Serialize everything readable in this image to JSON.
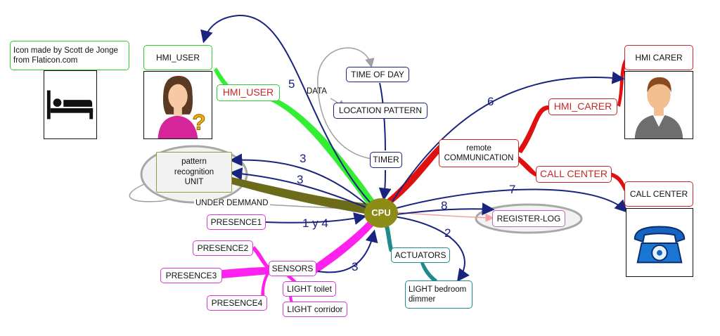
{
  "credit": {
    "line1": "Icon made by Scott de Jonge",
    "line2": "from Flaticon.com"
  },
  "nodes": {
    "hmi_user_title": "HMI_USER",
    "hmi_user_branch": "HMI_USER",
    "time_of_day": "TIME OF DAY",
    "location_pattern": "LOCATION PATTERN",
    "data": "DATA",
    "timer": "TIMER",
    "pattern_recognition": {
      "line1": "pattern",
      "line2": "recognition",
      "line3": "UNIT"
    },
    "under_demand": "UNDER DEMMAND",
    "cpu": "CPU",
    "remote_communication": {
      "line1": "remote",
      "line2": "COMMUNICATION"
    },
    "hmi_carer_branch": "HMI_CARER",
    "hmi_carer_title": "HMI CARER",
    "call_center_branch": "CALL CENTER",
    "call_center_title": "CALL CENTER",
    "register_log": "REGISTER-LOG",
    "presence1": "PRESENCE1",
    "presence2": "PRESENCE2",
    "presence3": "PRESENCE3",
    "presence4": "PRESENCE4",
    "sensors": "SENSORS",
    "light_toilet": "LIGHT toilet",
    "light_corridor": "LIGHT corridor",
    "actuators": "ACTUATORS",
    "light_bedroom": {
      "line1": "LIGHT bedroom",
      "line2": "dimmer"
    }
  },
  "edge_labels": {
    "to_hmi_user": "5",
    "to_hmi_carer": "6",
    "to_pattern_top": "3",
    "to_pattern_bottom": "3",
    "to_call_center": "7",
    "to_register_log": "8",
    "from_presence": "1 y 4",
    "to_light_bedroom": "2",
    "from_sensors": "3"
  },
  "icons": {
    "bed": "bed-icon",
    "user": "user-question-icon",
    "carer": "carer-person-icon",
    "phone": "telephone-icon"
  },
  "colors": {
    "blue": "#1a237e",
    "green": "#2ecc2e",
    "olive": "#6b6b1a",
    "red": "#e01010",
    "magenta": "#ff22ee",
    "teal": "#1f8a8a",
    "gray": "#a0a0a0",
    "cpu": "#8c8c16"
  }
}
